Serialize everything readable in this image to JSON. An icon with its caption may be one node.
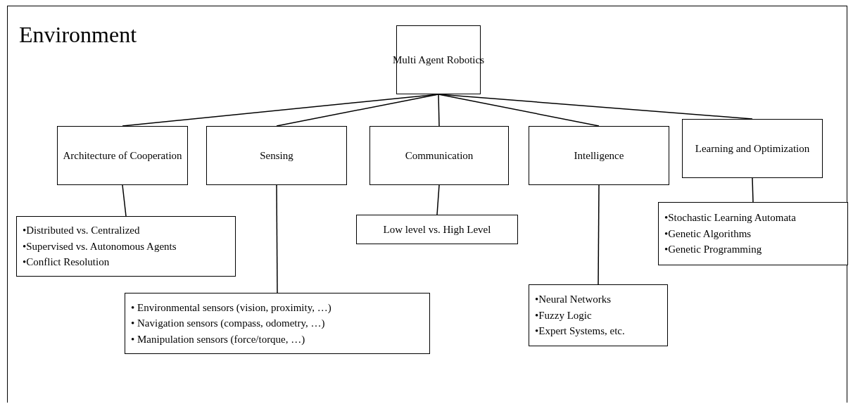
{
  "diagram": {
    "nodes": [
      {
        "text": [
          "Environment"
        ]
      },
      {
        "text": [
          "Multi Agent Robotics"
        ],
        "in": 0
      },
      {
        "text": [
          "Architecture of Cooperation"
        ],
        "in": 0
      },
      {
        "text": [
          "Sensing"
        ],
        "in": 0
      },
      {
        "text": [
          "Communication"
        ],
        "in": 0
      },
      {
        "text": [
          "Intelligence"
        ],
        "in": 0
      },
      {
        "text": [
          "Learning and Optimization"
        ],
        "in": 0
      },
      {
        "text": [
          "•Distributed vs. Centralized",
          "•Supervised vs. Autonomous Agents",
          "•Conflict Resolution"
        ],
        "in": 0
      },
      {
        "text": [
          "• Environmental sensors (vision, proximity, …)",
          "• Navigation sensors (compass, odometry, …)",
          "• Manipulation sensors (force/torque, …)"
        ],
        "in": 0
      },
      {
        "text": [
          "Low level vs. High Level"
        ],
        "in": 0
      },
      {
        "text": [
          "•Neural Networks",
          "•Fuzzy Logic",
          "•Expert Systems, etc."
        ],
        "in": 0
      },
      {
        "text": [
          "•Stochastic Learning Automata",
          "•Genetic Algorithms",
          "•Genetic Programming"
        ],
        "in": 0
      }
    ],
    "edges": [
      {
        "from": 1,
        "to": 2,
        "arrow": "none"
      },
      {
        "from": 1,
        "to": 3,
        "arrow": "none"
      },
      {
        "from": 1,
        "to": 4,
        "arrow": "none"
      },
      {
        "from": 1,
        "to": 5,
        "arrow": "none"
      },
      {
        "from": 1,
        "to": 6,
        "arrow": "none"
      },
      {
        "from": 2,
        "to": 7,
        "arrow": "none"
      },
      {
        "from": 3,
        "to": 8,
        "arrow": "none"
      },
      {
        "from": 4,
        "to": 9,
        "arrow": "none"
      },
      {
        "from": 5,
        "to": 10,
        "arrow": "none"
      },
      {
        "from": 6,
        "to": 11,
        "arrow": "none"
      }
    ]
  }
}
